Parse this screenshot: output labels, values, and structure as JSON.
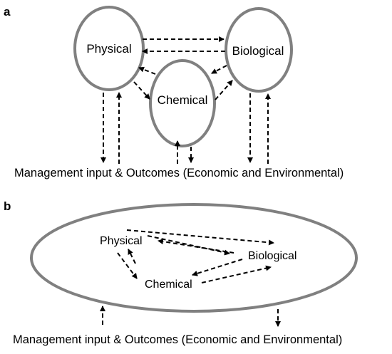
{
  "panel_a": {
    "label": "a",
    "physical": "Physical",
    "biological": "Biological",
    "chemical": "Chemical",
    "outcomes": "Management input & Outcomes (Economic and Environmental)"
  },
  "panel_b": {
    "label": "b",
    "physical": "Physical",
    "biological": "Biological",
    "chemical": "Chemical",
    "outcomes": "Management input & Outcomes (Economic and Environmental)"
  },
  "colors": {
    "ellipse_stroke": "#808080",
    "arrow": "#000000",
    "background": "#ffffff"
  }
}
